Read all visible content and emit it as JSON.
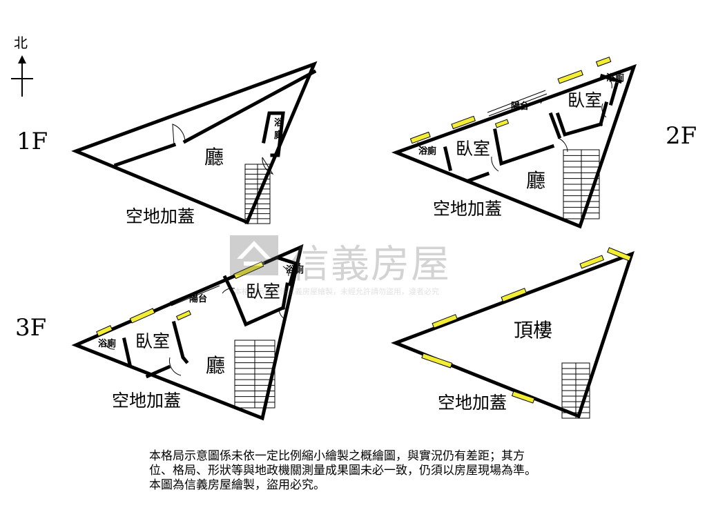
{
  "compass": {
    "label": "北"
  },
  "floors": {
    "f1": {
      "label": "1F",
      "rooms": {
        "hall": "廳",
        "bath": "浴\n廁"
      },
      "site": "空地加蓋"
    },
    "f2": {
      "label": "2F",
      "rooms": {
        "hall": "廳",
        "bed_left": "臥室",
        "bed_right": "臥室",
        "bath_left": "浴廁",
        "bath_right": "浴廁",
        "balcony": "陽台"
      },
      "site": "空地加蓋"
    },
    "f3": {
      "label": "3F",
      "rooms": {
        "hall": "廳",
        "bed_left": "臥室",
        "bed_right": "臥室",
        "bath_left": "浴廁",
        "bath_right": "浴廁",
        "balcony": "陽台"
      },
      "site": "空地加蓋"
    },
    "roof": {
      "rooms": {
        "top": "頂樓"
      },
      "site": "空地加蓋"
    }
  },
  "watermark": {
    "brand": "信義房屋",
    "notice": "本格局示意圖係信義房屋繪製，未經允許請勿盜用，違者必究"
  },
  "disclaimer": [
    "本格局示意圖係未依一定比例縮小繪製之概繪圖，與實況仍有差距；其方",
    "位、格局、形狀等與地政機關測量成果圖未必一致，仍須以房屋現場為準。",
    "本圖為信義房屋繪製，盜用必究。"
  ],
  "colors": {
    "window": "#f3ee35",
    "line": "#000000"
  }
}
